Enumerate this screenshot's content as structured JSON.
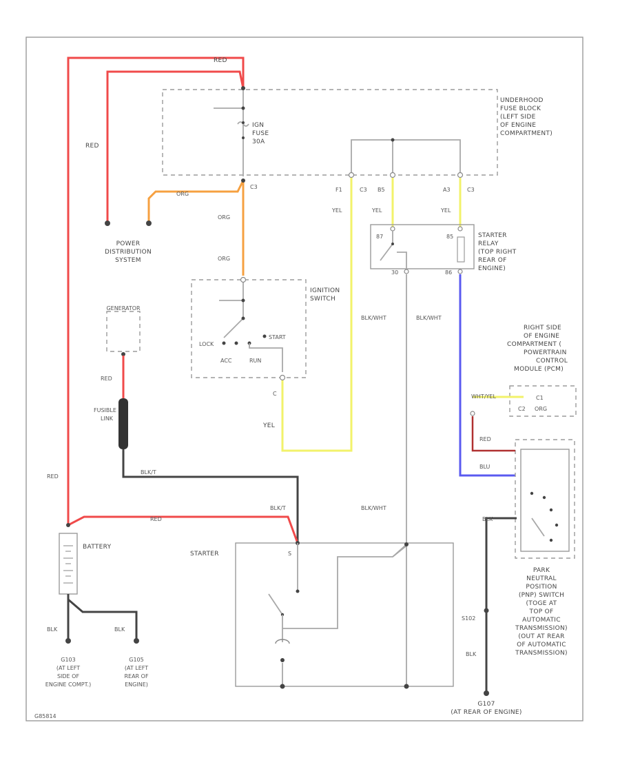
{
  "wire_colors": {
    "red": "#f04a4a",
    "orange": "#f6a040",
    "yellow": "#f2f26a",
    "blue": "#5a5af0",
    "dark": "#444444",
    "gray": "#a8a8a8"
  },
  "labels": {
    "red_top": "RED",
    "red_left": "RED",
    "underhood_fuse_block": [
      "UNDERHOOD",
      "FUSE BLOCK",
      "(LEFT SIDE",
      "OF ENGINE",
      "COMPARTMENT)"
    ],
    "ign_fuse": [
      "IGN",
      "FUSE",
      "30A"
    ],
    "org_top": "ORG",
    "c3_fuse": "C3",
    "org_mid": "ORG",
    "org_low": "ORG",
    "power_distribution": [
      "POWER",
      "DISTRIBUTION",
      "SYSTEM"
    ],
    "ignition_switch": [
      "IGNITION",
      "SWITCH"
    ],
    "switch_lock": "LOCK",
    "switch_acc": "ACC",
    "switch_run": "RUN",
    "switch_start": "START",
    "switch_c": "C",
    "yel_ign": "YEL",
    "generator": "GENERATOR",
    "red_gen": "RED",
    "fusible_link": [
      "FUSIBLE",
      "LINK"
    ],
    "blk_fusible": "BLK/T",
    "red_batt_top": "RED",
    "blk_to_starter": "BLK/T",
    "battery": "BATTERY",
    "red_battery_left": "RED",
    "blk_g103": "BLK",
    "blk_g105": "BLK",
    "g103": [
      "G103",
      "(AT LEFT",
      "SIDE OF",
      "ENGINE COMPT.)"
    ],
    "g105": [
      "G105",
      "(AT LEFT",
      "REAR OF",
      "ENGINE)"
    ],
    "starter": "STARTER",
    "starter_s": "S",
    "relay_pins": [
      "F1",
      "C3",
      "B5",
      "A3",
      "C3"
    ],
    "yel_1": "YEL",
    "yel_2": "YEL",
    "yel_3": "YEL",
    "starter_relay": [
      "STARTER",
      "RELAY",
      "(TOP RIGHT",
      "REAR OF",
      "ENGINE)"
    ],
    "relay_87": "87",
    "relay_30": "30",
    "relay_85": "85",
    "relay_86": "86",
    "blkwht_1": "BLK/WHT",
    "blkwht_2": "BLK/WHT",
    "blkwht_3": "BLK/WHT",
    "pcm": [
      "RIGHT SIDE",
      "OF ENGINE",
      "COMPARTMENT (",
      "POWERTRAIN",
      "CONTROL",
      "MODULE (PCM)"
    ],
    "pcm_wire": "WHT/YEL",
    "pcm_pin1": "C1",
    "pcm_pin2": "C2",
    "pcm_pin3": "ORG",
    "red_pnp": "RED",
    "blu_pnp": "BLU",
    "blk_pnp": "BLK",
    "pnp": [
      "PARK",
      "NEUTRAL",
      "POSITION",
      "(PNP) SWITCH",
      "(TOGE AT",
      "TOP OF",
      "AUTOMATIC",
      "TRANSMISSION)",
      "(OUT AT REAR",
      "OF AUTOMATIC",
      "TRANSMISSION)"
    ],
    "s102": "S102",
    "blk_s102": "BLK",
    "g107": [
      "G107",
      "(AT REAR OF ENGINE)"
    ],
    "fig_id": "G85814"
  }
}
